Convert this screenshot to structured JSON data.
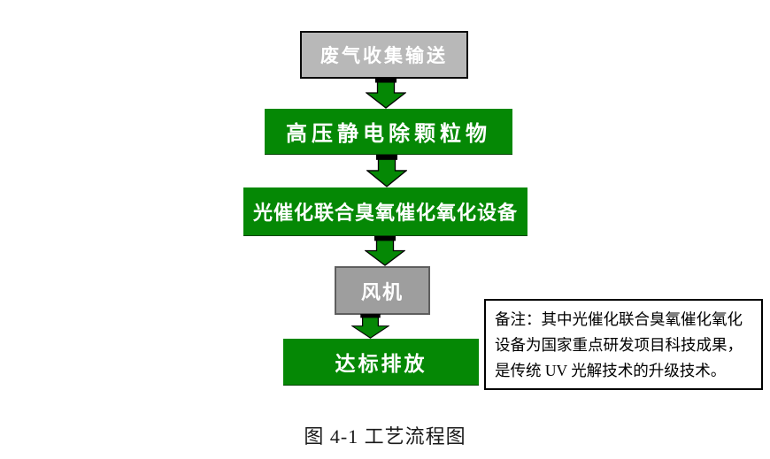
{
  "figure": {
    "caption": "图 4-1 工艺流程图"
  },
  "flowchart": {
    "steps": [
      {
        "label": "废气收集输送"
      },
      {
        "label": "高压静电除颗粒物"
      },
      {
        "label": "光催化联合臭氧催化氧化设备"
      },
      {
        "label": "风机"
      },
      {
        "label": "达标排放"
      }
    ]
  },
  "note": {
    "lines": [
      "备注：其中光催化联合臭氧催化氧化",
      "设备为国家重点研发项目科技成果，",
      "是传统 UV 光解技术的升级技术。"
    ]
  },
  "colors": {
    "green": "#058805",
    "gray_light": "#b8b8b8",
    "gray_medium": "#9e9e9e",
    "gray_border": "#5e5e5e",
    "border_dark": "#0a0a0a",
    "text_white": "#ffffff"
  }
}
